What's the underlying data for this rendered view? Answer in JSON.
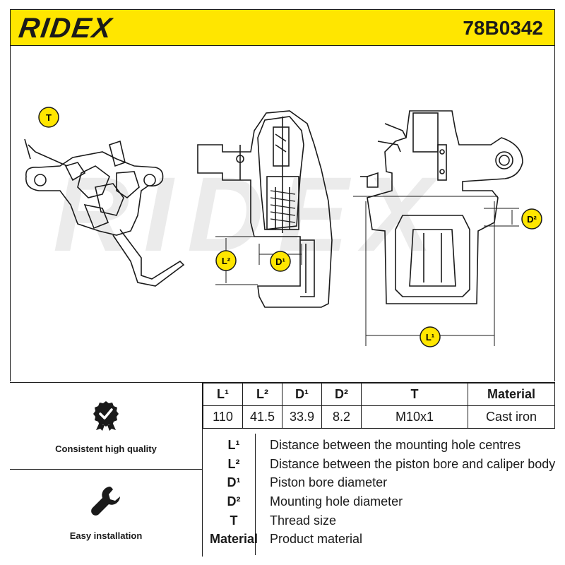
{
  "header": {
    "brand": "RIDEX",
    "part_number": "78B0342",
    "accent_color": "#ffe600"
  },
  "drawing": {
    "watermark": "RIDEX",
    "dimension_labels": {
      "T": "T",
      "L1": "L¹",
      "L2": "L²",
      "D1": "D¹",
      "D2": "D²"
    }
  },
  "features": [
    {
      "icon": "quality-badge-icon",
      "label": "Consistent high quality"
    },
    {
      "icon": "wrench-icon",
      "label": "Easy installation"
    }
  ],
  "specs": {
    "headers": [
      "L¹",
      "L²",
      "D¹",
      "D²",
      "T",
      "Material"
    ],
    "values": [
      "110",
      "41.5",
      "33.9",
      "8.2",
      "M10x1",
      "Cast iron"
    ]
  },
  "legend": [
    {
      "key": "L¹",
      "desc": "Distance between the mounting hole centres"
    },
    {
      "key": "L²",
      "desc": "Distance between the piston bore and caliper body"
    },
    {
      "key": "D¹",
      "desc": "Piston bore diameter"
    },
    {
      "key": "D²",
      "desc": "Mounting hole diameter"
    },
    {
      "key": "T",
      "desc": "Thread size"
    },
    {
      "key": "Material",
      "desc": "Product material"
    }
  ]
}
